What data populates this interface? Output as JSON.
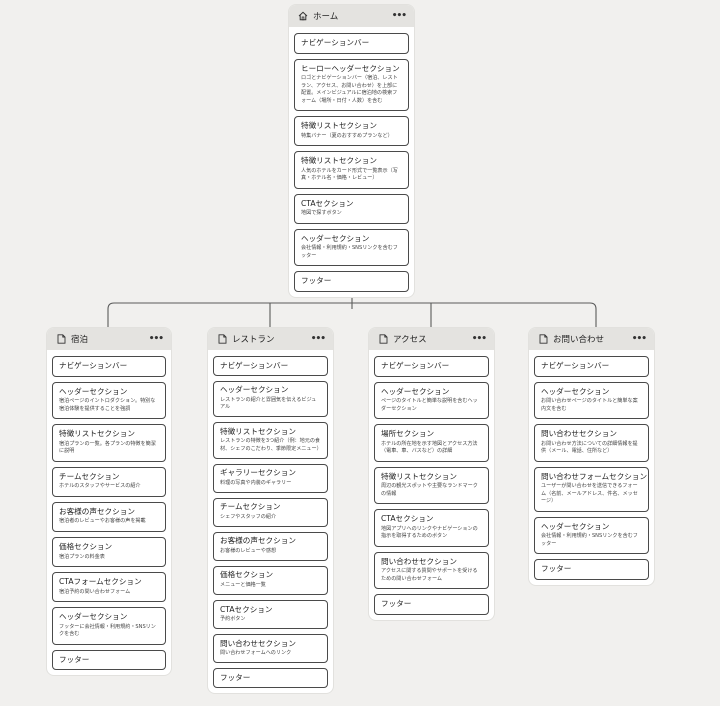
{
  "root": {
    "title": "ホーム",
    "icon": "home-icon",
    "sections": [
      {
        "title": "ナビゲーションバー",
        "desc": ""
      },
      {
        "title": "ヒーローヘッダーセクション",
        "desc": "ロゴとナビゲーションバー（宿泊、レストラン、アクセス、お問い合わせ）を上部に配置。メインビジュアルに宿泊地の検索フォーム（場所・日付・人数）を含む"
      },
      {
        "title": "特徴リストセクション",
        "desc": "特集バナー（夏のおすすめプランなど）"
      },
      {
        "title": "特徴リストセクション",
        "desc": "人気のホテルをカード形式で一覧表示（写真・ホテル名・価格・レビュー）"
      },
      {
        "title": "CTAセクション",
        "desc": "地図で探すボタン"
      },
      {
        "title": "ヘッダーセクション",
        "desc": "会社情報・利用規約・SNSリンクを含むフッター"
      },
      {
        "title": "フッター",
        "desc": ""
      }
    ]
  },
  "children": [
    {
      "title": "宿泊",
      "icon": "page-icon",
      "sections": [
        {
          "title": "ナビゲーションバー",
          "desc": ""
        },
        {
          "title": "ヘッダーセクション",
          "desc": "宿泊ページのイントロダクション。特別な宿泊体験を提供することを強調"
        },
        {
          "title": "特徴リストセクション",
          "desc": "宿泊プランの一覧。各プランの特徴を簡潔に説明"
        },
        {
          "title": "チームセクション",
          "desc": "ホテルのスタッフやサービスの紹介"
        },
        {
          "title": "お客様の声セクション",
          "desc": "宿泊者のレビューやお客様の声を掲載"
        },
        {
          "title": "価格セクション",
          "desc": "宿泊プランの料金表"
        },
        {
          "title": "CTAフォームセクション",
          "desc": "宿泊予約の問い合わせフォーム"
        },
        {
          "title": "ヘッダーセクション",
          "desc": "フッターに会社情報・利用規約・SNSリンクを含む"
        },
        {
          "title": "フッター",
          "desc": ""
        }
      ]
    },
    {
      "title": "レストラン",
      "icon": "page-icon",
      "sections": [
        {
          "title": "ナビゲーションバー",
          "desc": ""
        },
        {
          "title": "ヘッダーセクション",
          "desc": "レストランの紹介と雰囲気を伝えるビジュアル"
        },
        {
          "title": "特徴リストセクション",
          "desc": "レストランの特徴を3つ紹介（例：地元の食材、シェフのこだわり、季節限定メニュー）"
        },
        {
          "title": "ギャラリーセクション",
          "desc": "料理の写真や内装のギャラリー"
        },
        {
          "title": "チームセクション",
          "desc": "シェフやスタッフの紹介"
        },
        {
          "title": "お客様の声セクション",
          "desc": "お客様のレビューや感想"
        },
        {
          "title": "価格セクション",
          "desc": "メニューと価格一覧"
        },
        {
          "title": "CTAセクション",
          "desc": "予約ボタン"
        },
        {
          "title": "問い合わせセクション",
          "desc": "問い合わせフォームへのリンク"
        },
        {
          "title": "フッター",
          "desc": ""
        }
      ]
    },
    {
      "title": "アクセス",
      "icon": "page-icon",
      "sections": [
        {
          "title": "ナビゲーションバー",
          "desc": ""
        },
        {
          "title": "ヘッダーセクション",
          "desc": "ページのタイトルと簡単な説明を含むヘッダーセクション"
        },
        {
          "title": "場所セクション",
          "desc": "ホテルの所在地を示す地図とアクセス方法（電車、車、バスなど）の詳細"
        },
        {
          "title": "特徴リストセクション",
          "desc": "周辺の観光スポットや主要なランドマークの情報"
        },
        {
          "title": "CTAセクション",
          "desc": "地図アプリへのリンクやナビゲーションの指示を取得するためのボタン"
        },
        {
          "title": "問い合わせセクション",
          "desc": "アクセスに関する質問やサポートを受けるための問い合わせフォーム"
        },
        {
          "title": "フッター",
          "desc": ""
        }
      ]
    },
    {
      "title": "お問い合わせ",
      "icon": "page-icon",
      "sections": [
        {
          "title": "ナビゲーションバー",
          "desc": ""
        },
        {
          "title": "ヘッダーセクション",
          "desc": "お問い合わせページのタイトルと簡単な案内文を含む"
        },
        {
          "title": "問い合わせセクション",
          "desc": "お問い合わせ方法についての詳細情報を提供（メール、電話、住所など）"
        },
        {
          "title": "問い合わせフォームセクション",
          "desc": "ユーザーが問い合わせを送信できるフォーム（名前、メールアドレス、件名、メッセージ）"
        },
        {
          "title": "ヘッダーセクション",
          "desc": "会社情報・利用規約・SNSリンクを含むフッター"
        },
        {
          "title": "フッター",
          "desc": ""
        }
      ]
    }
  ]
}
